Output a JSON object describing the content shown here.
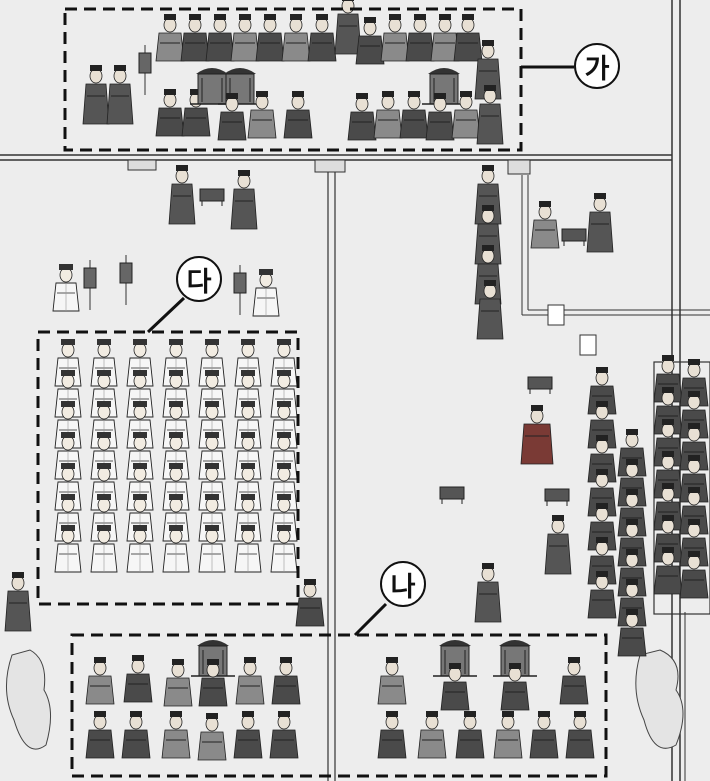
{
  "figure": {
    "description_hidden": false,
    "callouts": [
      {
        "id": "ga",
        "label": "가"
      },
      {
        "id": "na",
        "label": "나"
      },
      {
        "id": "da",
        "label": "다"
      }
    ]
  },
  "colors": {
    "paper": "#ededed",
    "ink": "#111111",
    "robe_dark": "#4a4a4a",
    "robe_mid": "#8a8a8a",
    "robe_light": "#f6f6f6",
    "red_robe": "#7a3a35"
  }
}
